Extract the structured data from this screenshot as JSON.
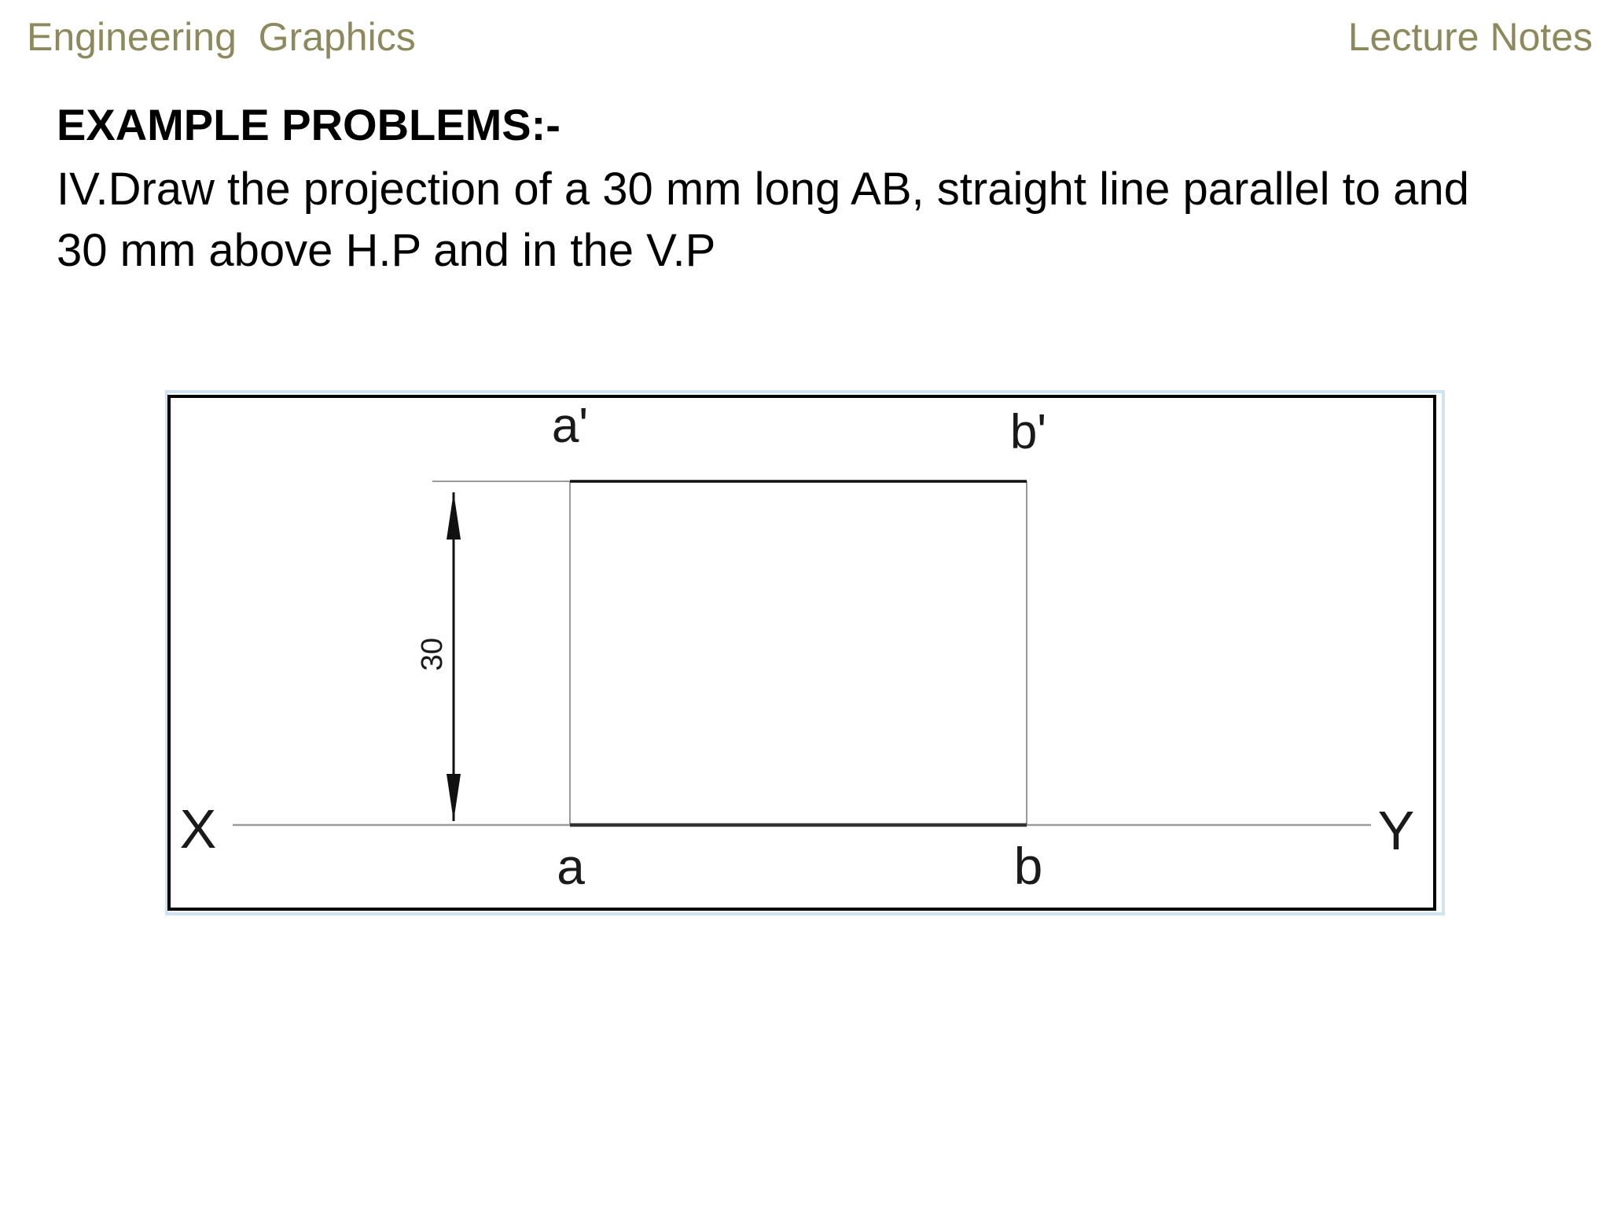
{
  "header": {
    "left": "Engineering  Graphics",
    "right": "Lecture Notes"
  },
  "heading": "EXAMPLE PROBLEMS:-",
  "problem": {
    "line1": "IV.Draw the projection of a 30 mm long AB, straight line parallel to and",
    "line2": "30 mm above H.P and in the V.P"
  },
  "figure": {
    "labels": {
      "a_prime": "a'",
      "b_prime": "b'",
      "a": "a",
      "b": "b",
      "x": "X",
      "y": "Y",
      "dimension": "30"
    },
    "colors": {
      "frame": "#000000",
      "frame_glow": "#cfe3f0",
      "line": "#111111",
      "projector": "#9a9a9a"
    }
  }
}
